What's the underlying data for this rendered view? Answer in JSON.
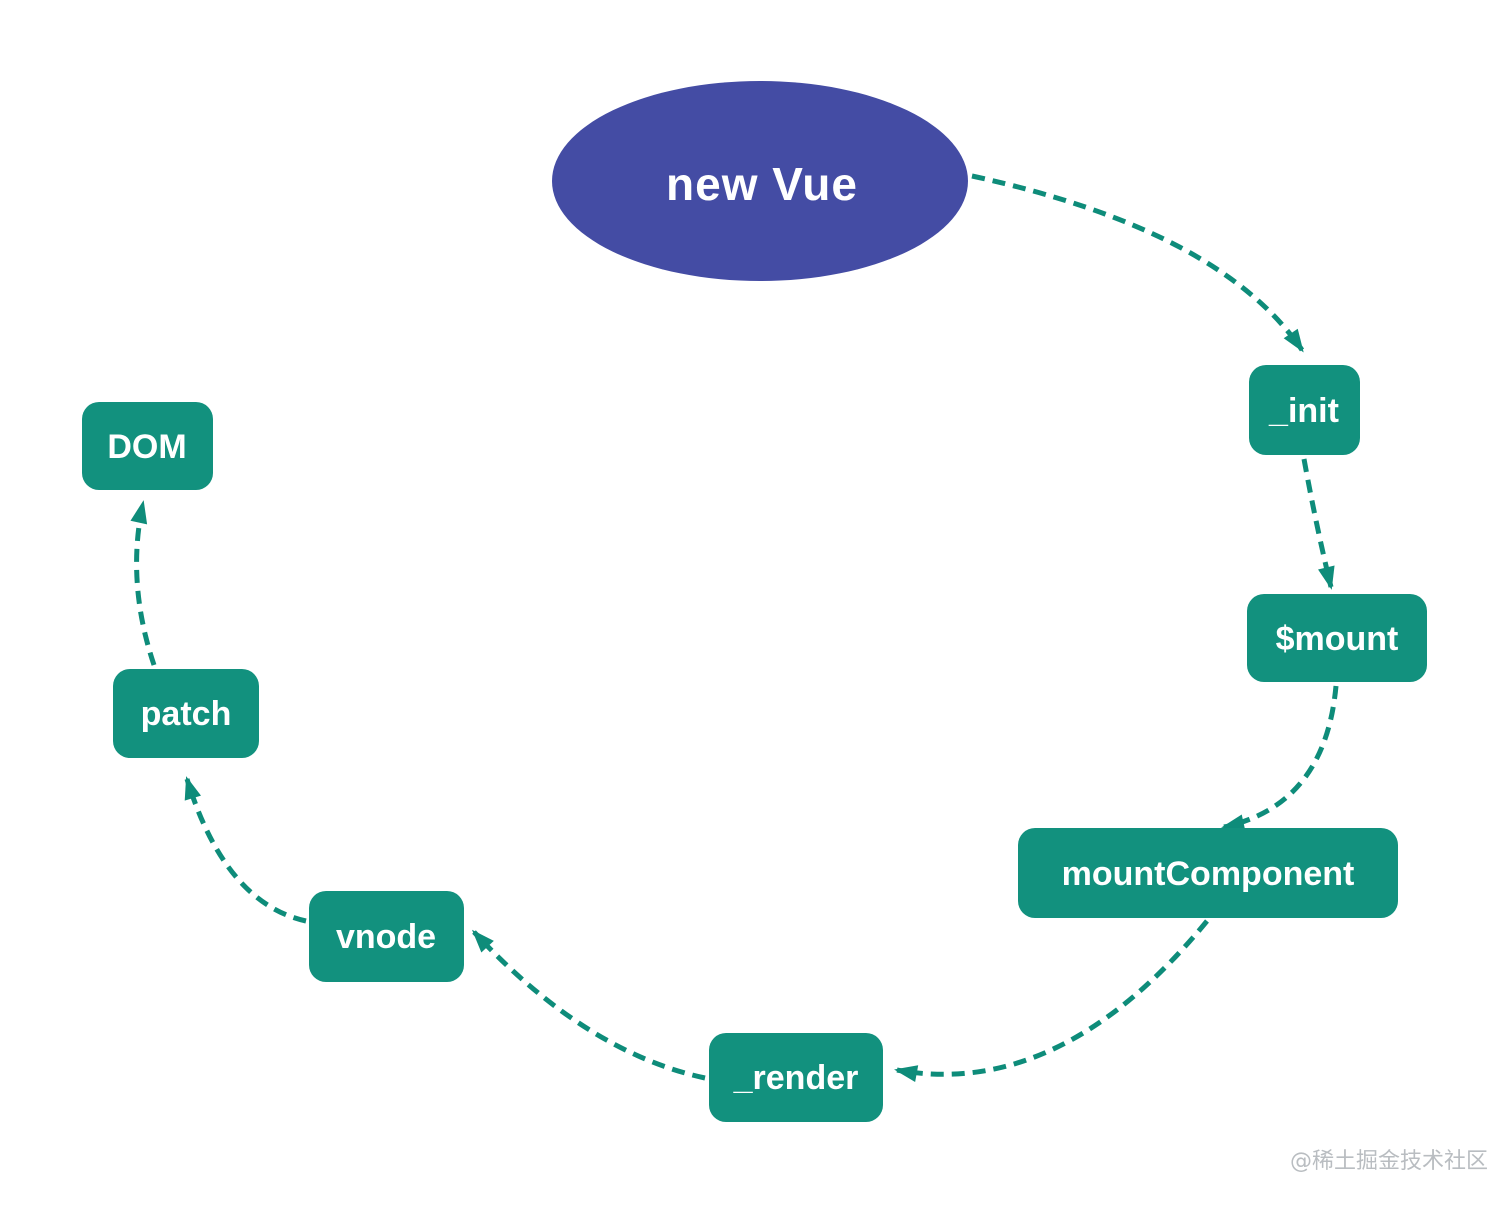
{
  "colors": {
    "start_node_fill": "#444CA4",
    "node_fill": "#12917E",
    "edge_stroke": "#0E8C7A",
    "label_text": "#FFFFFF",
    "watermark_text": "#B9BDC1"
  },
  "diagram": {
    "start_node": {
      "label": "new Vue"
    },
    "nodes": [
      {
        "id": "init",
        "label": "_init"
      },
      {
        "id": "mount",
        "label": "$mount"
      },
      {
        "id": "mountComponent",
        "label": "mountComponent"
      },
      {
        "id": "render",
        "label": "_render"
      },
      {
        "id": "vnode",
        "label": "vnode"
      },
      {
        "id": "patch",
        "label": "patch"
      },
      {
        "id": "dom",
        "label": "DOM"
      }
    ],
    "edges": [
      {
        "from": "new Vue",
        "to": "_init"
      },
      {
        "from": "_init",
        "to": "$mount"
      },
      {
        "from": "$mount",
        "to": "mountComponent"
      },
      {
        "from": "mountComponent",
        "to": "_render"
      },
      {
        "from": "_render",
        "to": "vnode"
      },
      {
        "from": "vnode",
        "to": "patch"
      },
      {
        "from": "patch",
        "to": "DOM"
      }
    ],
    "watermark": "@稀土掘金技术社区"
  }
}
